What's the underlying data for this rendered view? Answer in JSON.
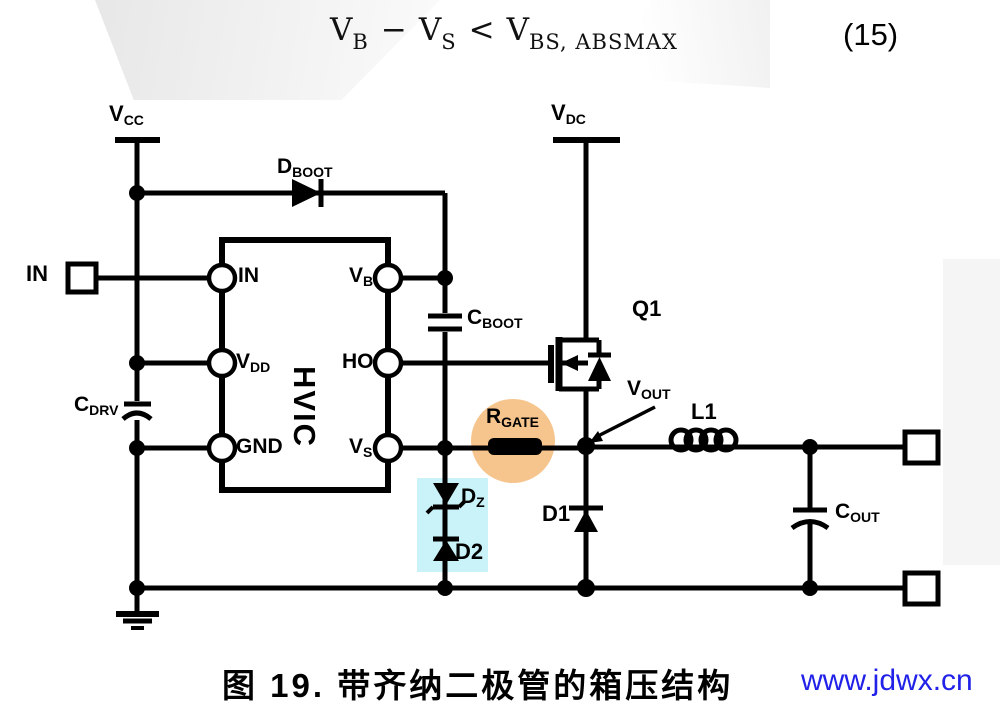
{
  "formula": {
    "term1_base": "V",
    "term1_sub": "B",
    "operator1": "−",
    "term2_base": "V",
    "term2_sub": "S",
    "operator2": "<",
    "term3_base": "V",
    "term3_sub": "BS, ABSMAX",
    "equation_number": "(15)"
  },
  "components": {
    "vcc": {
      "base": "V",
      "sub": "CC"
    },
    "vdc": {
      "base": "V",
      "sub": "DC"
    },
    "dboot": {
      "base": "D",
      "sub": "BOOT"
    },
    "cboot": {
      "base": "C",
      "sub": "BOOT"
    },
    "cdrv": {
      "base": "C",
      "sub": "DRV"
    },
    "cout": {
      "base": "C",
      "sub": "OUT"
    },
    "rgate": {
      "base": "R",
      "sub": "GATE"
    },
    "vout": {
      "base": "V",
      "sub": "OUT"
    },
    "dz": {
      "base": "D",
      "sub": "Z"
    },
    "in_terminal": "IN",
    "q1": "Q1",
    "l1": "L1",
    "d1": "D1",
    "d2": "D2"
  },
  "chip": {
    "name": "HVIC",
    "pin_in": "IN",
    "pin_vdd": {
      "base": "V",
      "sub": "DD"
    },
    "pin_gnd": "GND",
    "pin_vb": {
      "base": "V",
      "sub": "B"
    },
    "pin_ho": "HO",
    "pin_vs": {
      "base": "V",
      "sub": "S"
    }
  },
  "caption": "图 19. 带齐纳二极管的箱压结构",
  "watermark": "www.jdwx.cn",
  "colors": {
    "highlight_orange": "#F6C58E",
    "highlight_cyan": "#C9F3F8",
    "watermark_blue": "#2121E8",
    "stroke": "#000000"
  }
}
